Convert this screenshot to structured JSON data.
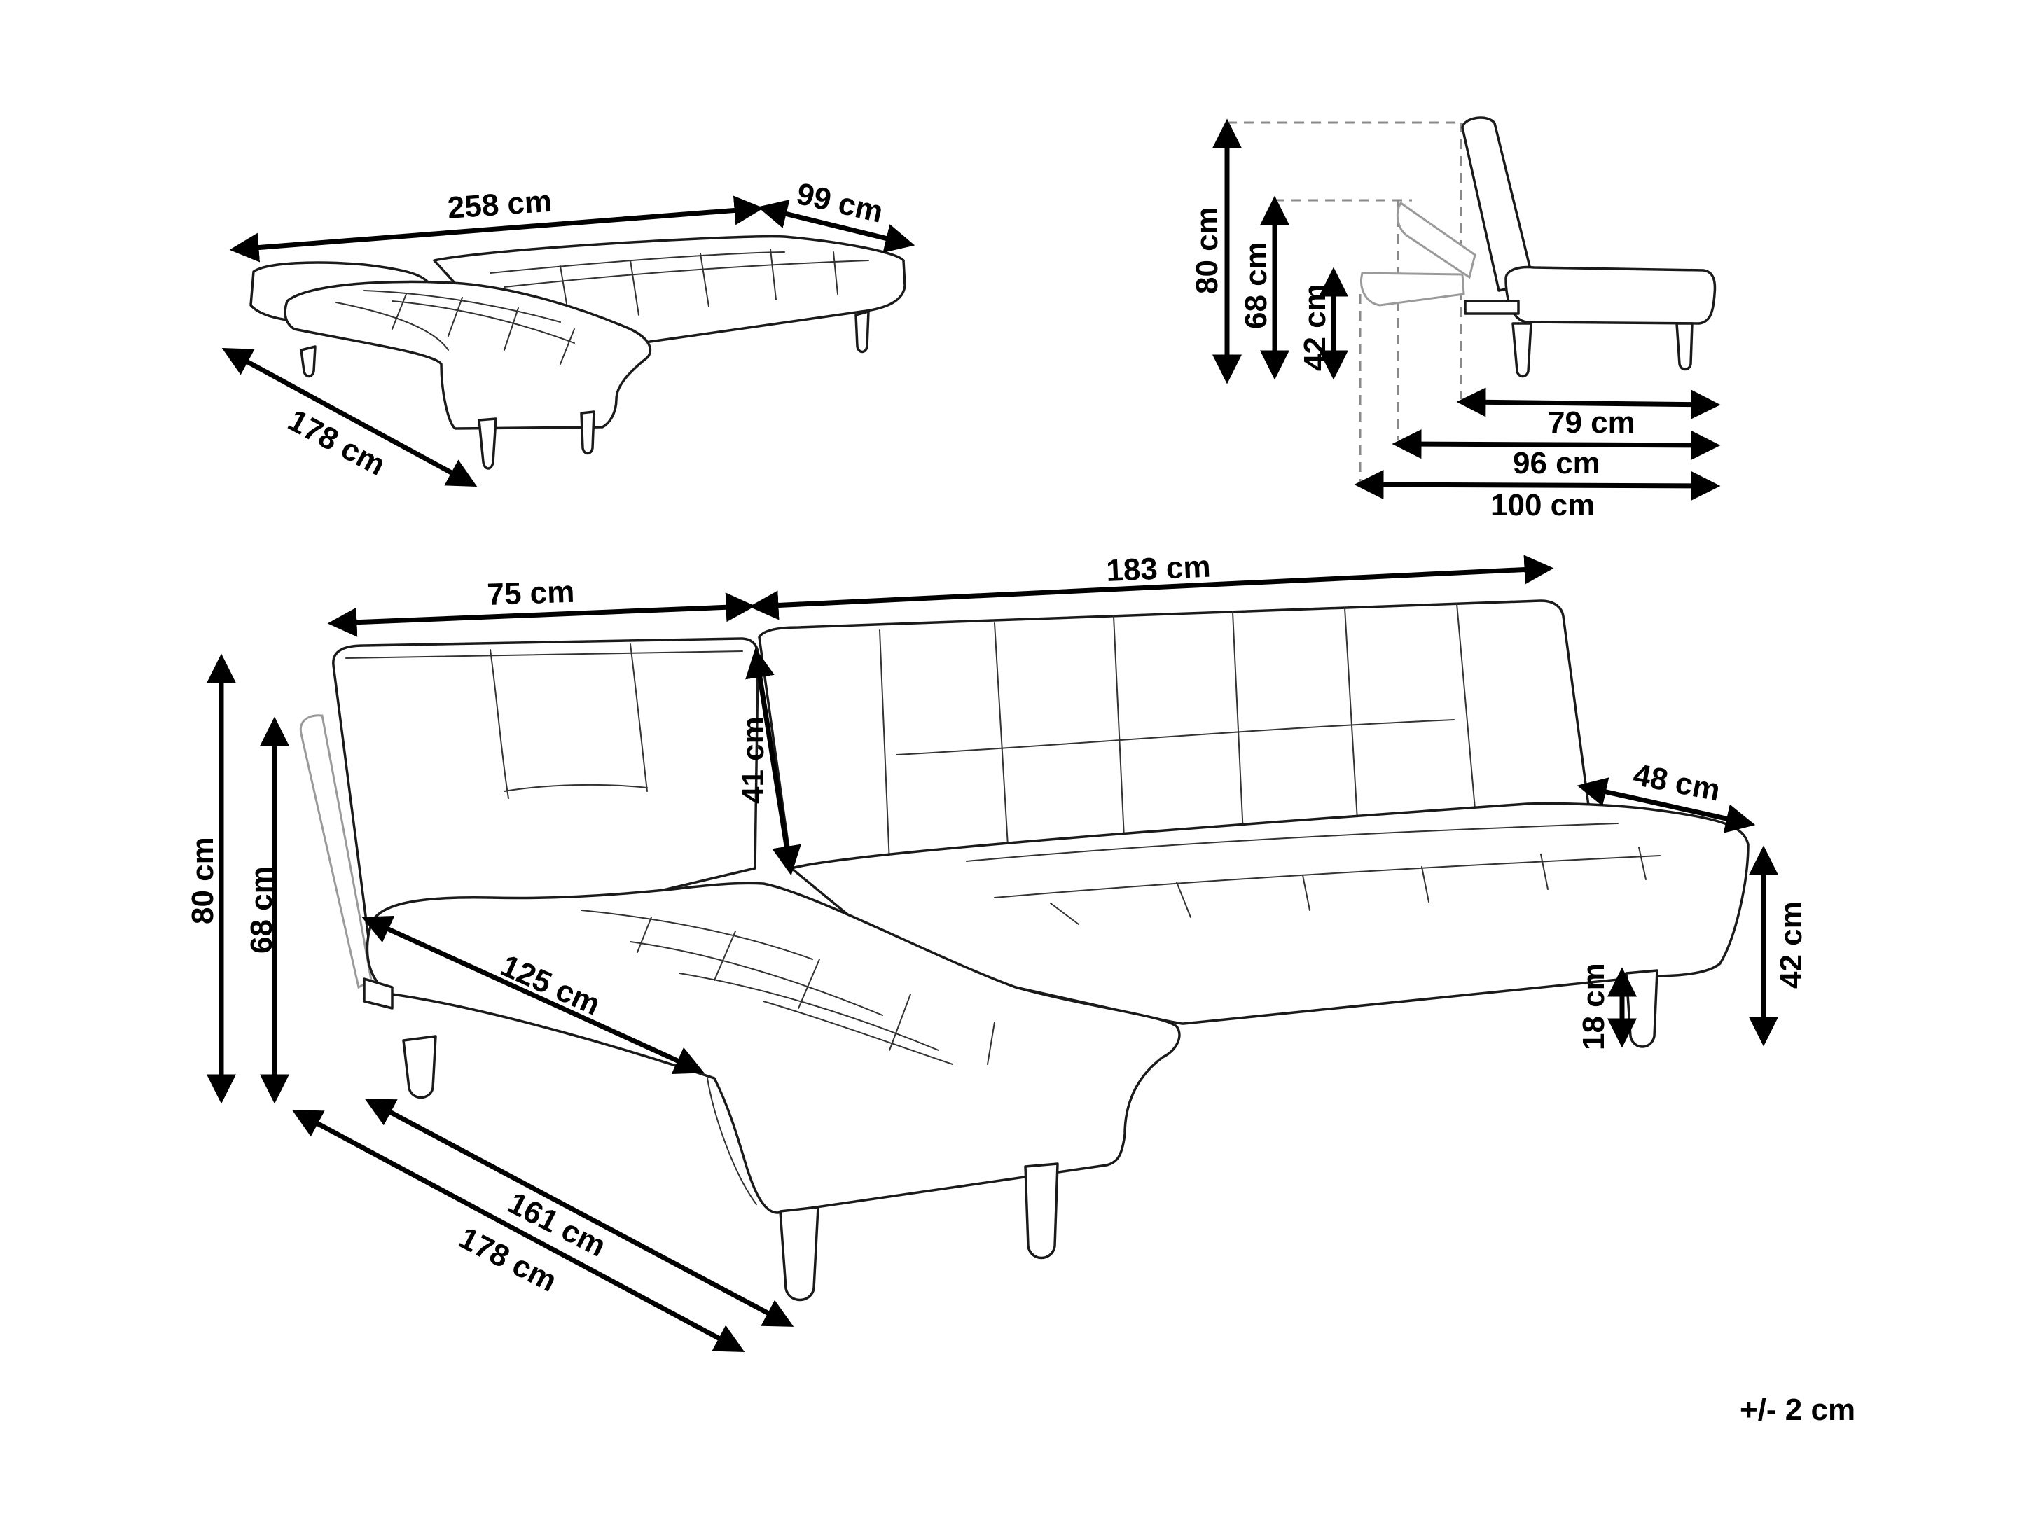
{
  "dimensions": {
    "bed_total_length": "258  cm",
    "bed_width": "99 cm",
    "bed_depth": "178 cm",
    "side_total_height": "80 cm",
    "side_seat_height": "68 cm",
    "side_seat_level": "42 cm",
    "side_depth_upright": "79 cm",
    "side_depth_mid": "96 cm",
    "side_depth_reclined": "100 cm",
    "chaise_back_width": "75 cm",
    "sofa_back_width": "183 cm",
    "back_height": "41 cm",
    "seat_depth": "48 cm",
    "right_seat_height": "42 cm",
    "leg_height": "18 cm",
    "front_total_height": "80 cm",
    "front_seat_height": "68 cm",
    "chaise_length": "125 cm",
    "chaise_side_inner": "161 cm",
    "chaise_side_outer": "178 cm"
  },
  "tolerance": "+/- 2 cm",
  "colors": {
    "line": "#000000",
    "guide": "#8a8a8a",
    "background": "#ffffff"
  }
}
